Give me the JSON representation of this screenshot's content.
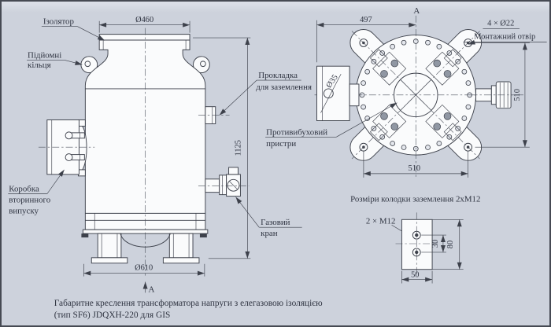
{
  "figure": {
    "caption_line1": "Габаритне креслення трансформатора напруги з елегазовою ізоляцією",
    "caption_line2": "(тип SF6) JDQXH-220 для GIS",
    "section_marker": "A"
  },
  "side_view": {
    "labels": {
      "insulator": "Ізолятор",
      "lifting_rings_1": "Підйомні",
      "lifting_rings_2": "кільця",
      "secondary_box_1": "Коробка",
      "secondary_box_2": "вторинного",
      "secondary_box_3": "випуску",
      "grounding_gasket_1": "Прокладка",
      "grounding_gasket_2": "для заземлення",
      "explosion_device_1": "Противибуховий",
      "explosion_device_2": "пристри",
      "gas_valve_1": "Газовий",
      "gas_valve_2": "кран"
    },
    "dims": {
      "flange_diameter": "Ø460",
      "base_diameter": "Ø610",
      "height": "1125"
    }
  },
  "top_view": {
    "labels": {
      "mounting_holes": "4 × Ø22",
      "mounting_hole_name": "Монтажний отвір",
      "device_hole": "Ø35"
    },
    "dims": {
      "center_offset": "497",
      "span_vertical": "510",
      "span_horizontal": "510"
    }
  },
  "detail": {
    "title": "Розміри колодки заземлення 2хМ12",
    "thread": "2 × М12",
    "dims": {
      "spacing": "30",
      "height": "80",
      "width": "50"
    }
  }
}
